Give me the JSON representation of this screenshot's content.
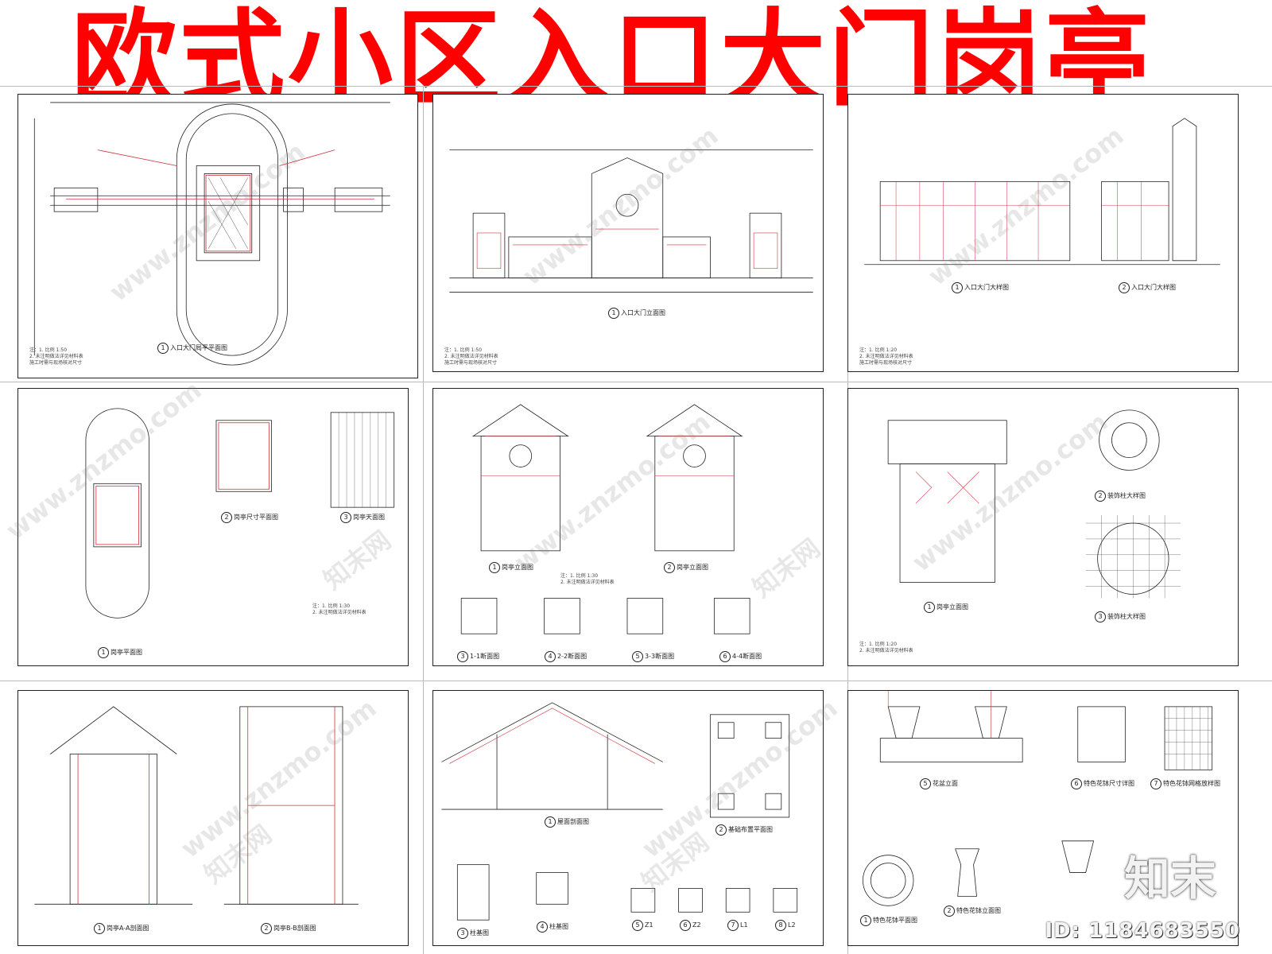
{
  "title": "欧式小区入口大门岗亭",
  "colors": {
    "title": "#ff0000",
    "line": "#222222",
    "accent": "#d0303a"
  },
  "sheets": [
    {
      "captions": [
        {
          "num": "1",
          "text": "入口大门局平平面图"
        }
      ],
      "notes": [
        "注：1. 比例 1:50",
        "2. 未注明做法详见材料表",
        "施工时需与现场核对尺寸"
      ]
    },
    {
      "captions": [
        {
          "num": "1",
          "text": "入口大门立面图"
        }
      ],
      "notes": [
        "注：1. 比例 1:50",
        "2. 未注明做法详见材料表",
        "施工时需与现场核对尺寸"
      ]
    },
    {
      "captions": [
        {
          "num": "1",
          "text": "入口大门大样图"
        },
        {
          "num": "2",
          "text": "入口大门大样图"
        }
      ],
      "notes": [
        "注：1. 比例 1:20",
        "2. 未注明做法详见材料表",
        "施工时需与现场核对尺寸"
      ]
    },
    {
      "captions": [
        {
          "num": "1",
          "text": "岗亭平面图"
        },
        {
          "num": "2",
          "text": "岗亭尺寸平面图"
        },
        {
          "num": "3",
          "text": "岗亭天面图"
        }
      ],
      "notes": [
        "注：1. 比例 1:30",
        "2. 未注明做法详见材料表"
      ]
    },
    {
      "captions": [
        {
          "num": "1",
          "text": "岗亭立面图"
        },
        {
          "num": "2",
          "text": "岗亭立面图"
        },
        {
          "num": "3",
          "text": "1-1断面图"
        },
        {
          "num": "4",
          "text": "2-2断面图"
        },
        {
          "num": "5",
          "text": "3-3断面图"
        },
        {
          "num": "6",
          "text": "4-4断面图"
        }
      ],
      "notes": [
        "注：1. 比例 1:30",
        "2. 未注明做法详见材料表"
      ]
    },
    {
      "captions": [
        {
          "num": "1",
          "text": "岗亭立面图"
        },
        {
          "num": "2",
          "text": "装饰柱大样图"
        },
        {
          "num": "3",
          "text": "装饰柱大样图"
        }
      ],
      "notes": [
        "注：1. 比例 1:20",
        "2. 未注明做法详见材料表"
      ]
    },
    {
      "captions": [
        {
          "num": "1",
          "text": "岗亭A-A剖面图"
        },
        {
          "num": "2",
          "text": "岗亭B-B剖面图"
        }
      ],
      "notes": []
    },
    {
      "captions": [
        {
          "num": "1",
          "text": "屋面剖面图"
        },
        {
          "num": "2",
          "text": "基础布置平面图"
        },
        {
          "num": "3",
          "text": "柱基图"
        },
        {
          "num": "4",
          "text": "柱基图"
        },
        {
          "num": "5",
          "text": "Z1"
        },
        {
          "num": "6",
          "text": "Z2"
        },
        {
          "num": "7",
          "text": "L1"
        },
        {
          "num": "8",
          "text": "L2"
        }
      ],
      "notes": []
    },
    {
      "captions": [
        {
          "num": "5",
          "text": "花盆立面"
        },
        {
          "num": "6",
          "text": "特色花钵尺寸详图"
        },
        {
          "num": "7",
          "text": "特色花钵网格放样图"
        },
        {
          "num": "1",
          "text": "特色花钵平面图"
        },
        {
          "num": "2",
          "text": "特色花钵立面图"
        }
      ],
      "notes": []
    }
  ],
  "watermark_text": "www.znzmo.com",
  "watermark_brand": "知末网",
  "logo": "知末",
  "image_id": "ID: 1184683550"
}
